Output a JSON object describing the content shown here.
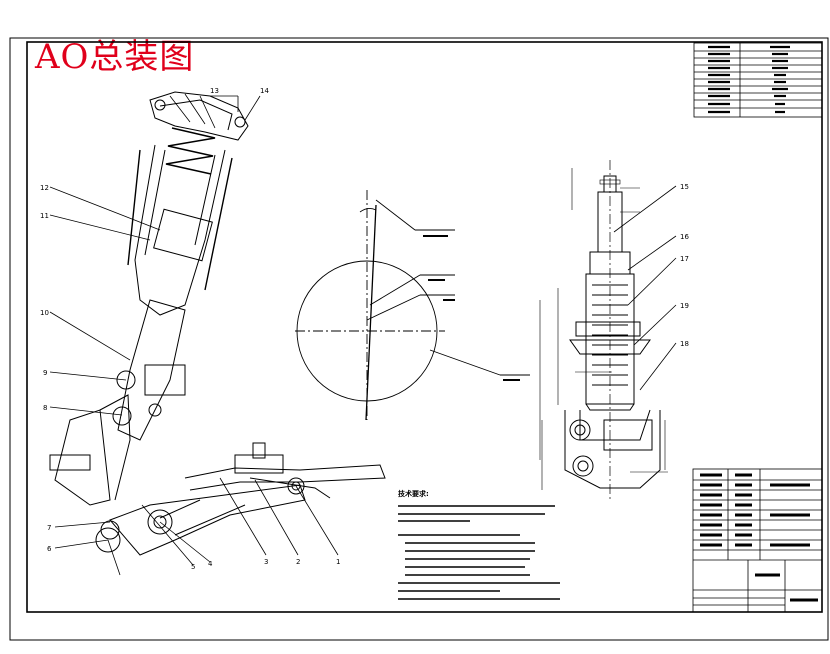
{
  "sheet": {
    "stamp_title": "AO总装图",
    "stamp_color": "#e0001b",
    "line_color": "#000000"
  },
  "callouts": [
    "1",
    "2",
    "3",
    "4",
    "5",
    "6",
    "7",
    "8",
    "9",
    "10",
    "11",
    "12",
    "13",
    "14",
    "15",
    "16",
    "17",
    "18",
    "19"
  ],
  "tech_requirements": {
    "heading": "技术要求:"
  }
}
